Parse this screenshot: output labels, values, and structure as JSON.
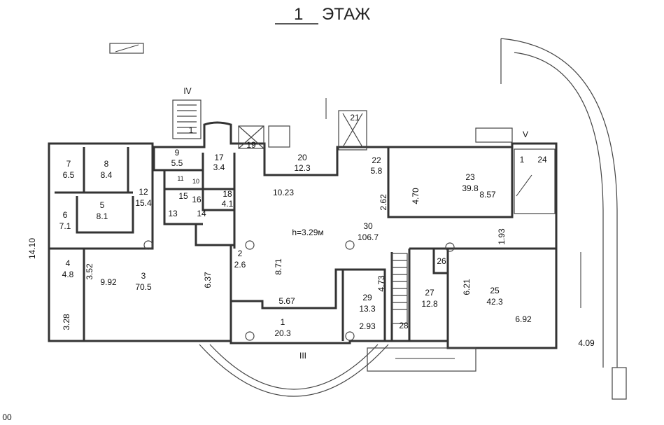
{
  "title": {
    "number": "1",
    "label": "ЭТАЖ"
  },
  "ceiling_height": "h=3.29м",
  "corner_text": "00",
  "sections": [
    "IV",
    "V",
    "III"
  ],
  "rooms": [
    {
      "n": "7",
      "a": "6.5"
    },
    {
      "n": "8",
      "a": "8.4"
    },
    {
      "n": "6",
      "a": "7.1"
    },
    {
      "n": "5",
      "a": "8.1"
    },
    {
      "n": "12",
      "a": "15.4"
    },
    {
      "n": "9",
      "a": "5.5"
    },
    {
      "n": "17",
      "a": "3.4"
    },
    {
      "n": "18",
      "a": "4.1"
    },
    {
      "n": "4",
      "a": "4.8"
    },
    {
      "n": "3",
      "a": "70.5"
    },
    {
      "n": "2",
      "a": "2.6"
    },
    {
      "n": "1",
      "a": "20.3"
    },
    {
      "n": "20",
      "a": "12.3"
    },
    {
      "n": "22",
      "a": "5.8"
    },
    {
      "n": "23",
      "a": "39.8"
    },
    {
      "n": "30",
      "a": "106.7"
    },
    {
      "n": "29",
      "a": "13.3"
    },
    {
      "n": "27",
      "a": "12.8"
    },
    {
      "n": "25",
      "a": "42.3"
    }
  ],
  "room_numbers": [
    "11",
    "10",
    "15",
    "16",
    "13",
    "14",
    "19",
    "21",
    "1",
    "24",
    "28",
    "26",
    "1"
  ],
  "dimensions": [
    "14.10",
    "3.52",
    "9.92",
    "6.37",
    "3.28",
    "8.71",
    "5.67",
    "10.23",
    "2.62",
    "4.70",
    "8.57",
    "1.93",
    "4.73",
    "2.93",
    "6.21",
    "6.92",
    "4.09"
  ]
}
